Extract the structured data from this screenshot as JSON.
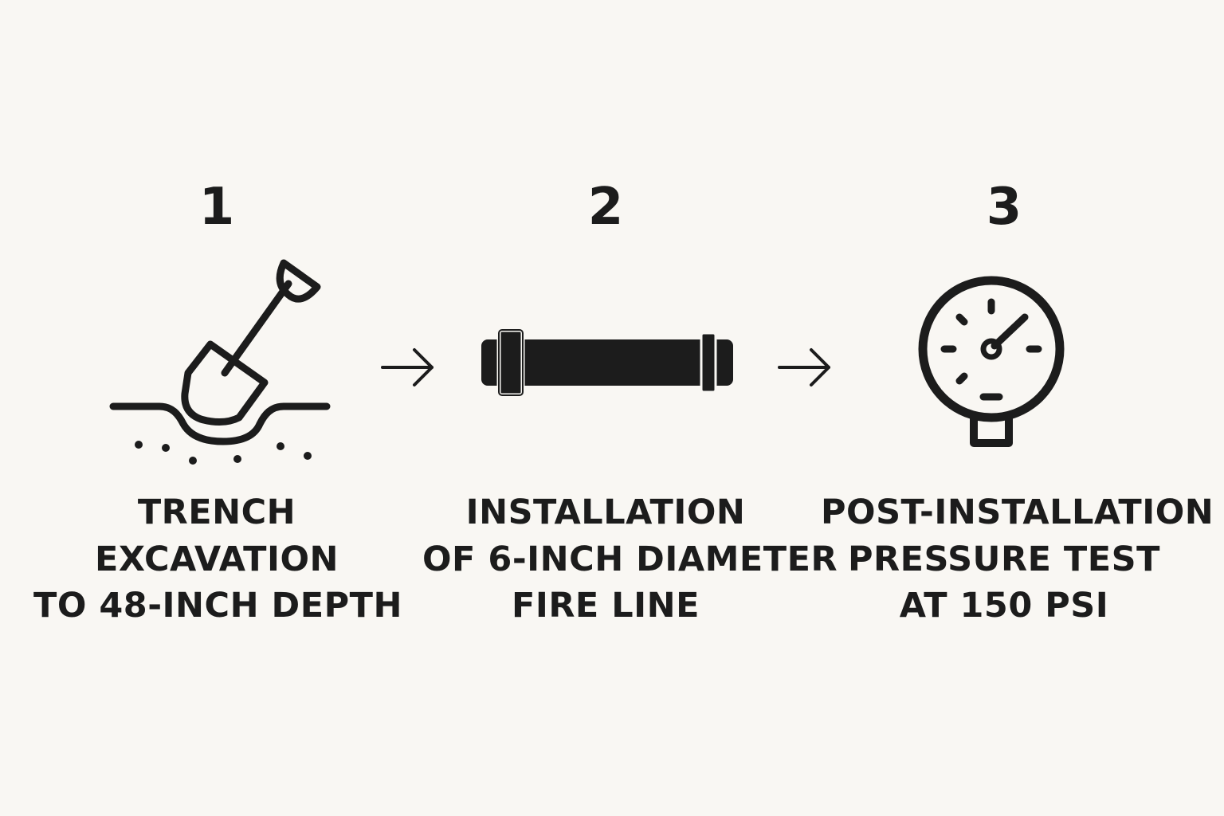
{
  "colors": {
    "background": "#f9f7f3",
    "ink": "#1c1c1c"
  },
  "steps": [
    {
      "number": "1",
      "icon": "shovel-in-trench-icon",
      "label_lines": [
        "TRENCH",
        "EXCAVATION",
        "TO 48-INCH DEPTH"
      ]
    },
    {
      "number": "2",
      "icon": "pipe-icon",
      "label_lines": [
        "INSTALLATION",
        "OF 6-INCH DIAMETER",
        "FIRE LINE"
      ]
    },
    {
      "number": "3",
      "icon": "pressure-gauge-icon",
      "label_lines": [
        "POST-INSTALLATION",
        "PRESSURE TEST",
        "AT 150 PSI"
      ]
    }
  ],
  "connectors": [
    {
      "icon": "arrow-right-icon"
    },
    {
      "icon": "arrow-right-icon"
    }
  ]
}
